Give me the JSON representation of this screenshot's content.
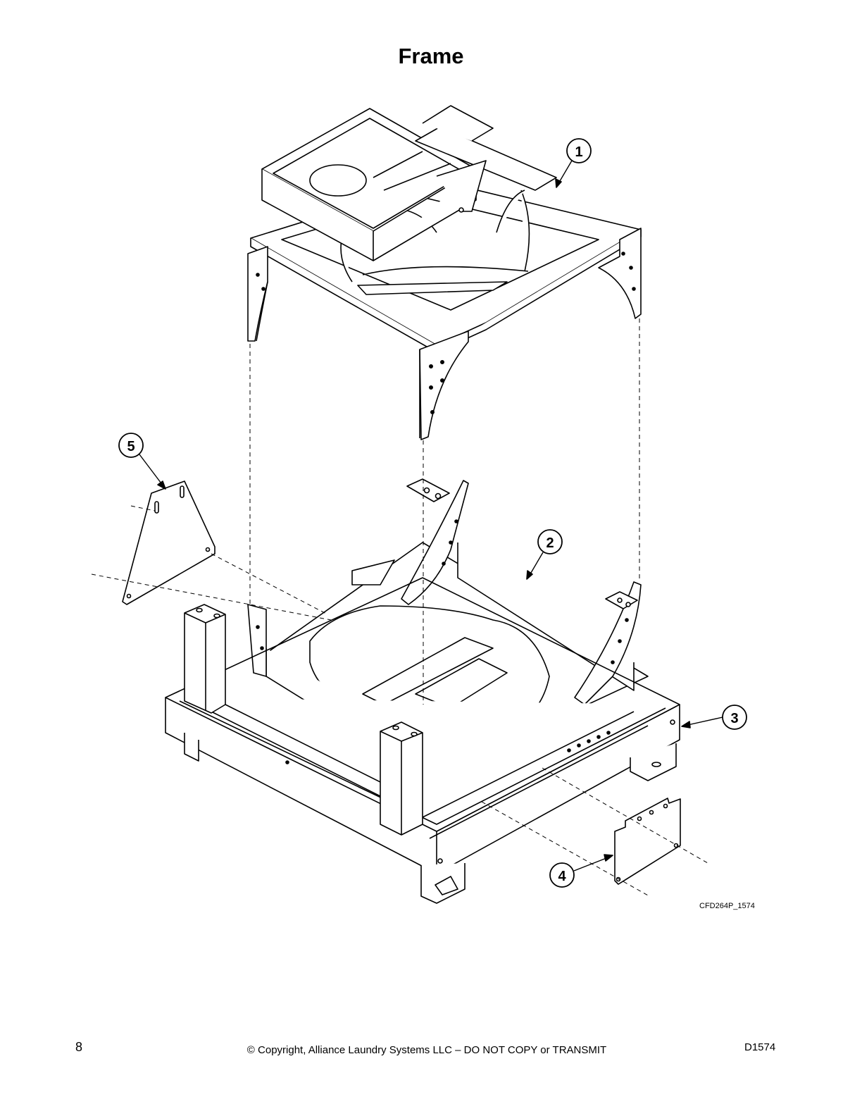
{
  "page": {
    "title": "Frame",
    "drawing_code": "CFD264P_1574",
    "page_number": "8",
    "copyright": "© Copyright, Alliance Laundry Systems LLC – DO NOT COPY or TRANSMIT",
    "doc_id": "D1574"
  },
  "callouts": [
    {
      "number": "1"
    },
    {
      "number": "2"
    },
    {
      "number": "3"
    },
    {
      "number": "4"
    },
    {
      "number": "5"
    }
  ]
}
